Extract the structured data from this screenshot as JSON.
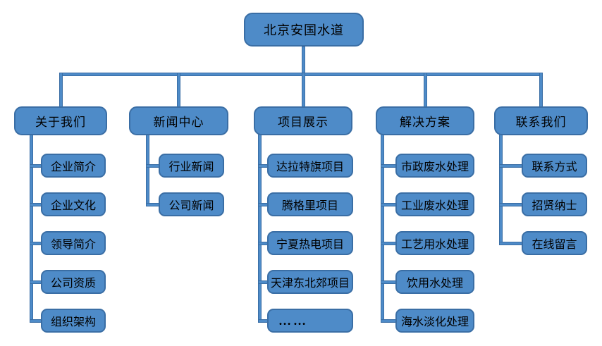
{
  "diagram": {
    "root": {
      "label": "北京安国水道"
    },
    "branches": [
      {
        "label": "关于我们",
        "children": [
          "企业简介",
          "企业文化",
          "领导简介",
          "公司资质",
          "组织架构"
        ]
      },
      {
        "label": "新闻中心",
        "children": [
          "行业新闻",
          "公司新闻"
        ]
      },
      {
        "label": "项目展示",
        "children": [
          "达拉特旗项目",
          "腾格里项目",
          "宁夏热电项目",
          "天津东北郊项目",
          "……"
        ]
      },
      {
        "label": "解决方案",
        "children": [
          "市政废水处理",
          "工业废水处理",
          "工艺用水处理",
          "饮用水处理",
          "海水淡化处理"
        ]
      },
      {
        "label": "联系我们",
        "children": [
          "联系方式",
          "招贤纳士",
          "在线留言"
        ]
      }
    ],
    "colors": {
      "node_fill": "#4E8BC8",
      "node_border": "#3A6EA5",
      "text": "#000000",
      "background": "#FFFFFF"
    }
  }
}
